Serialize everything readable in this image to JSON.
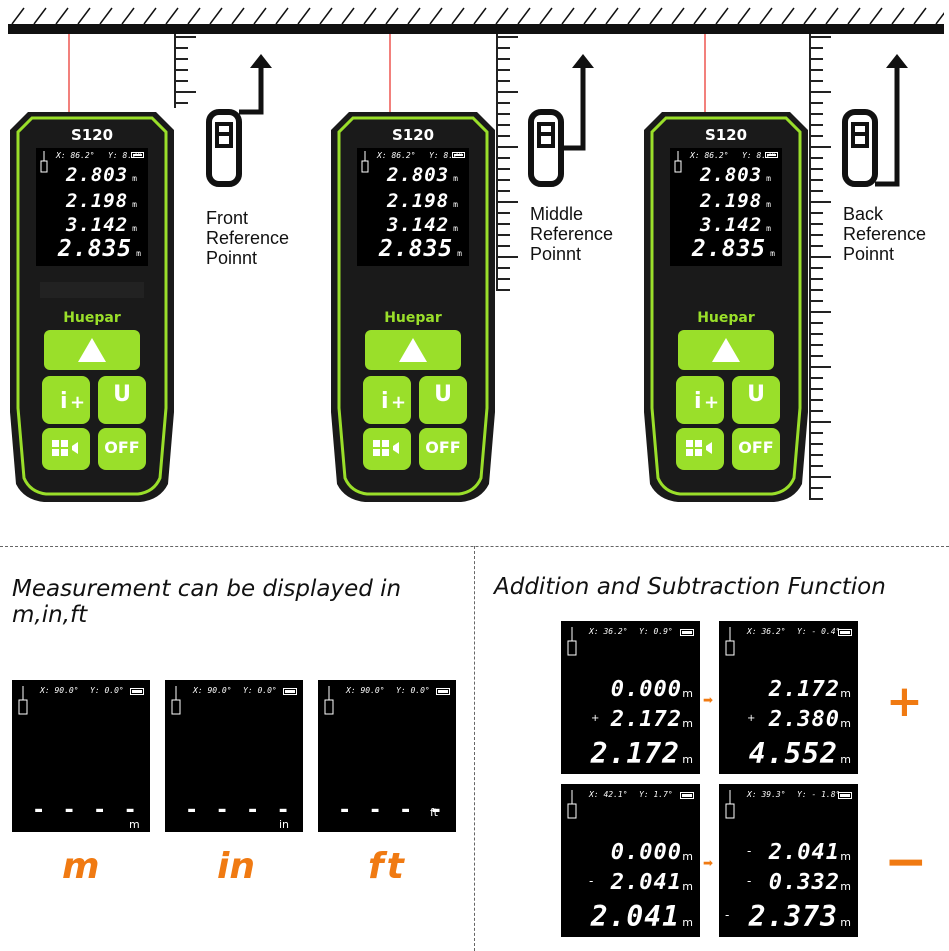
{
  "devices": [
    {
      "model": "S120",
      "brand": "Huepar",
      "screen": {
        "x": "X: 86.2°",
        "y": "Y: 8.2°",
        "rows": [
          "2.803",
          "2.198",
          "3.142"
        ],
        "main": "2.835",
        "unit": "m"
      },
      "reference": [
        "Front",
        "Reference",
        "Poinnt"
      ]
    },
    {
      "model": "S120",
      "brand": "Huepar",
      "screen": {
        "x": "X: 86.2°",
        "y": "Y: 8.2°",
        "rows": [
          "2.803",
          "2.198",
          "3.142"
        ],
        "main": "2.835",
        "unit": "m"
      },
      "reference": [
        "Middle",
        "Reference",
        "Poinnt"
      ]
    },
    {
      "model": "S120",
      "brand": "Huepar",
      "screen": {
        "x": "X: 86.2°",
        "y": "Y: 8.2°",
        "rows": [
          "2.803",
          "2.198",
          "3.142"
        ],
        "main": "2.835",
        "unit": "m"
      },
      "reference": [
        "Back",
        "Reference",
        "Poinnt"
      ]
    }
  ],
  "buttons": {
    "clear": "U",
    "off": "OFF"
  },
  "units_section": {
    "title_line1": "Measurement can be displayed in",
    "title_line2": "m,in,ft",
    "panels": [
      {
        "x": "X: 90.0°",
        "y": "Y: 0.0°",
        "dashes": "- - - - -",
        "unit": "m",
        "label": "m"
      },
      {
        "x": "X: 90.0°",
        "y": "Y: 0.0°",
        "dashes": "- - - - -",
        "unit": "in",
        "label": "in"
      },
      {
        "x": "X: 90.0°",
        "y": "Y: 0.0°",
        "dashes": "- - - - -",
        "unit": "ft",
        "label": "ft"
      }
    ]
  },
  "add_sub_section": {
    "title": "Addition and Subtraction Function",
    "rows": [
      {
        "operator": "+",
        "left": {
          "x": "X: 36.2°",
          "y": "Y: 0.9°",
          "v1": "0.000",
          "sign2": "+",
          "v2": "2.172",
          "v3": "2.172",
          "unit": "m"
        },
        "right": {
          "x": "X: 36.2°",
          "y": "Y: - 0.4°",
          "v1": "2.172",
          "sign2": "+",
          "v2": "2.380",
          "v3": "4.552",
          "unit": "m"
        }
      },
      {
        "operator": "−",
        "left": {
          "x": "X: 42.1°",
          "y": "Y: 1.7°",
          "v1": "0.000",
          "sign2": "-",
          "v2": "2.041",
          "v3": "2.041",
          "unit": "m"
        },
        "right": {
          "x": "X: 39.3°",
          "y": "Y: - 1.8°",
          "sign1": "-",
          "v1": "2.041",
          "sign2": "-",
          "v2": "0.332",
          "sign3": "-",
          "v3": "2.373",
          "unit": "m"
        }
      }
    ]
  },
  "colors": {
    "accent_green": "#9adf2a",
    "device_body": "#111111",
    "orange": "#f07a12",
    "laser": "#f2807c"
  }
}
